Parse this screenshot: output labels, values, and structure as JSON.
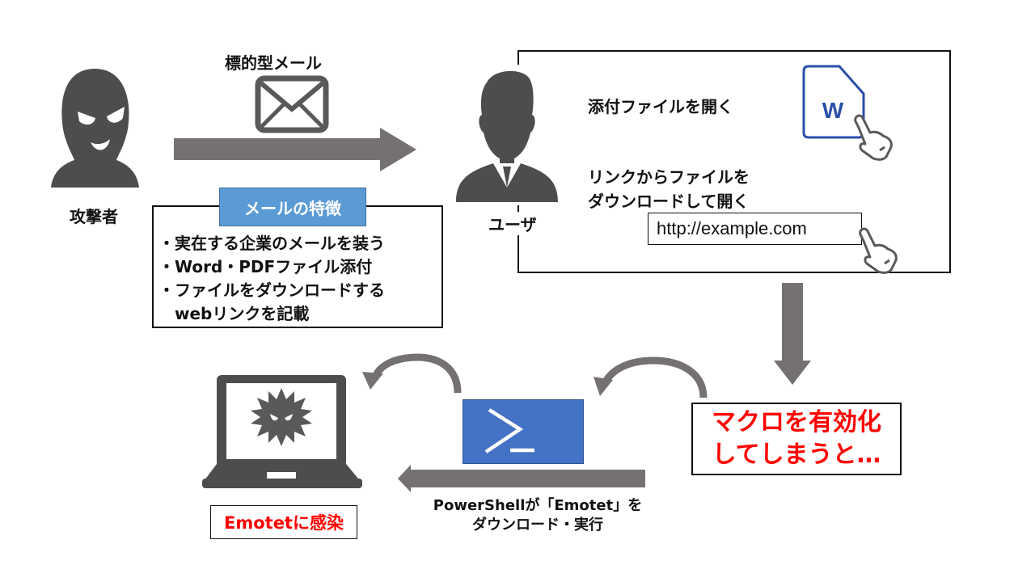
{
  "attacker": {
    "label": "攻撃者"
  },
  "mail": {
    "title": "標的型メール"
  },
  "features": {
    "title": "メールの特徴",
    "items": [
      "・実在する企業のメールを装う",
      "・Word・PDFファイル添付",
      "・ファイルをダウンロードする",
      "　webリンクを記載"
    ]
  },
  "user": {
    "label": "ユーザ"
  },
  "actions": {
    "open_attachment": "添付ファイルを開く",
    "link_line1": "リンクからファイルを",
    "link_line2": "ダウンロードして開く",
    "url": "http://example.com",
    "word_letter": "W"
  },
  "macro": {
    "line1": "マクロを有効化",
    "line2": "してしまうと…"
  },
  "powershell": {
    "line1": "PowerShellが「Emotet」を",
    "line2": "ダウンロード・実行"
  },
  "infection": {
    "label": "Emotetに感染"
  },
  "colors": {
    "arrow": "#767171",
    "icon": "#4d4d4d",
    "feature_header": "#5b9bd5",
    "powershell": "#4472c4",
    "word_blue": "#2b4fa8",
    "alert_red": "#ff0000"
  }
}
